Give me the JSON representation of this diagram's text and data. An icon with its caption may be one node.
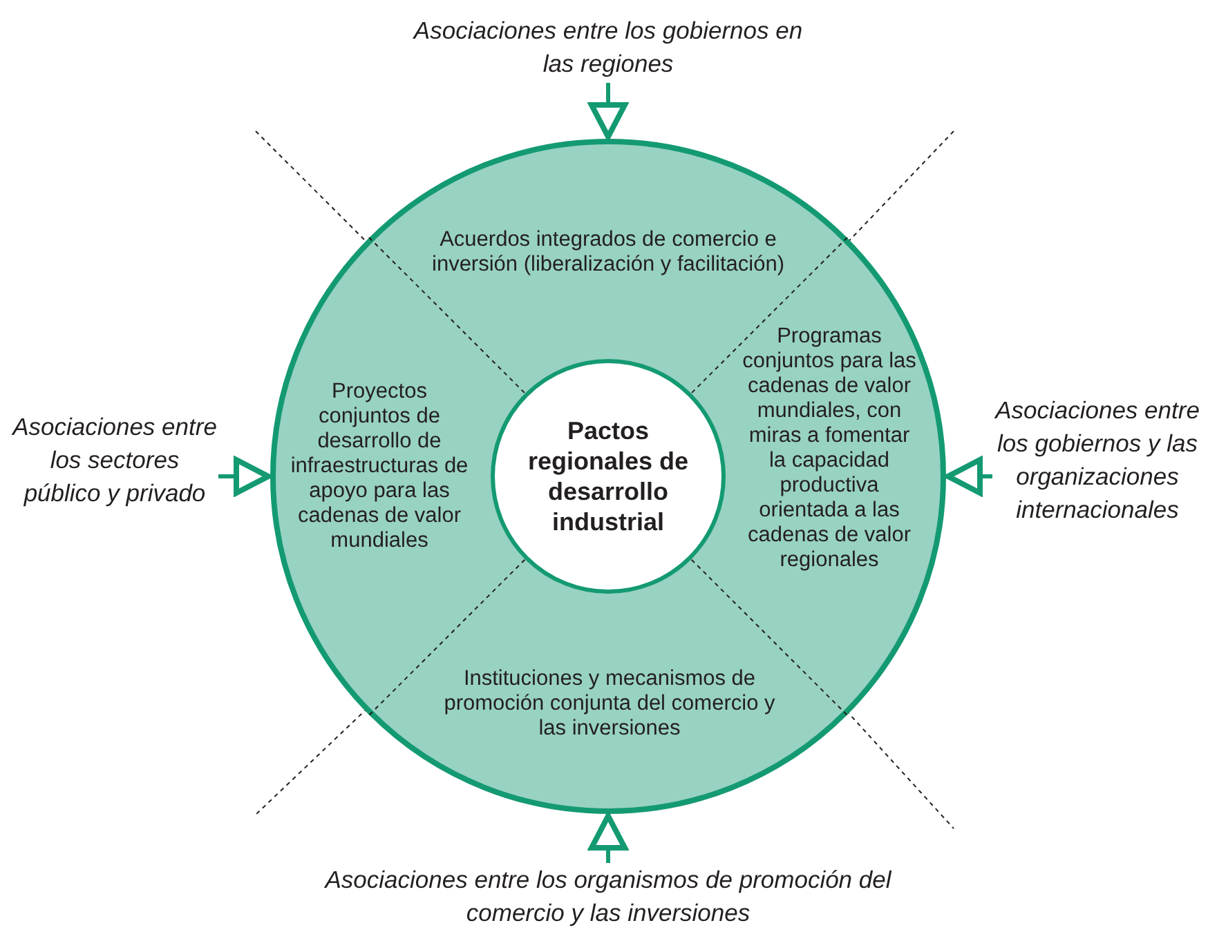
{
  "diagram": {
    "nodes": [
      {
        "text": [],
        "shape": "circle"
      },
      {
        "text": [
          "Acuerdos integrados de comercio e inversión (liberalización y facilitación)"
        ],
        "in": 0
      },
      {
        "text": [
          "Proyectos conjuntos de desarrollo de infraestructuras de apoyo para las cadenas de valor mundiales"
        ],
        "in": 0
      },
      {
        "text": [
          "Programas conjuntos para las cadenas de valor mundiales, con miras a fomentar la capacidad productiva orientada a las cadenas de valor regionales"
        ],
        "in": 0
      },
      {
        "text": [
          "Instituciones y mecanismos de promoción conjunta del comercio y las inversiones"
        ],
        "in": 0
      },
      {
        "text": [
          "Pactos regionales de desarrollo industrial"
        ],
        "in": 0
      },
      {
        "text": [
          "Asociaciones entre los gobiernos en las regiones"
        ]
      },
      {
        "text": [
          "Asociaciones entre los sectores público y privado"
        ]
      },
      {
        "text": [
          "Asociaciones entre los gobiernos y las organizaciones internacionales"
        ]
      },
      {
        "text": [
          "Asociaciones entre los organismos de promoción del comercio y las inversiones"
        ]
      }
    ],
    "edges": [
      {
        "from": 6,
        "to": 0,
        "arrow": "to"
      },
      {
        "from": 7,
        "to": 0,
        "arrow": "to"
      },
      {
        "from": 8,
        "to": 0,
        "arrow": "to"
      },
      {
        "from": 9,
        "to": 0,
        "arrow": "to"
      }
    ]
  }
}
